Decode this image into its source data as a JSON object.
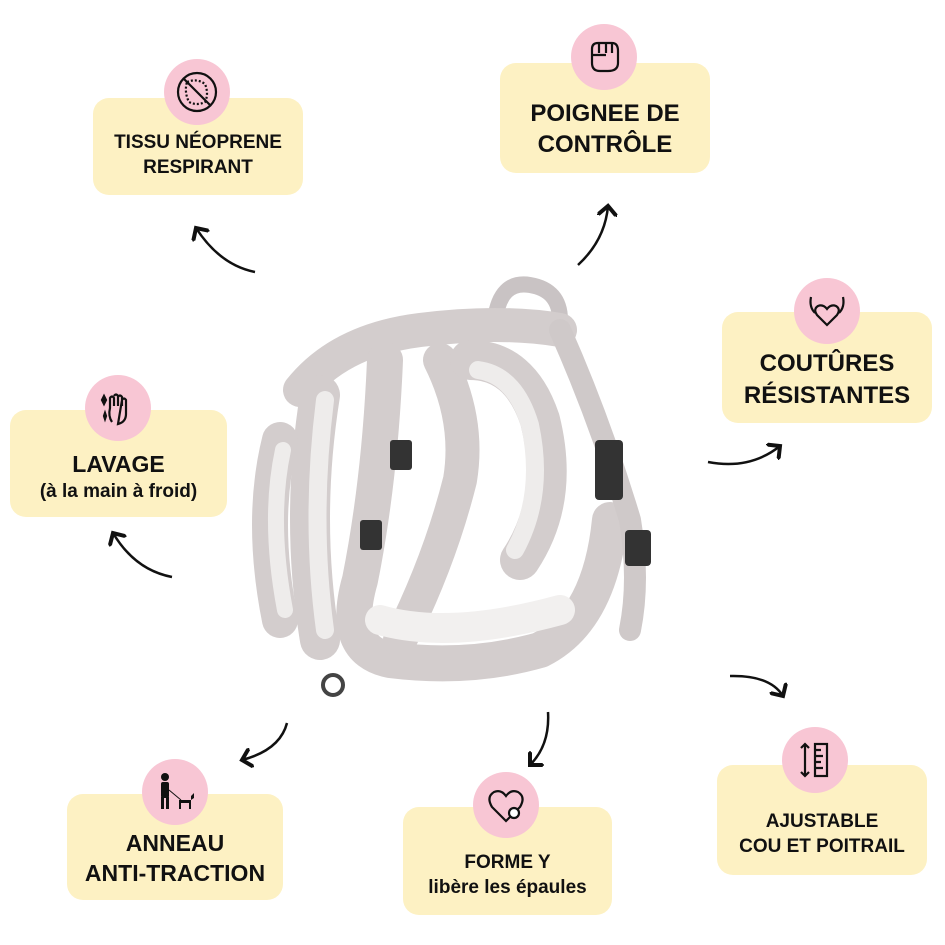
{
  "features": [
    {
      "id": "tissu",
      "lines": [
        "TISSU NÉOPRENE",
        "RESPIRANT"
      ],
      "icon": "no-leather-icon"
    },
    {
      "id": "poignee",
      "lines": [
        "POIGNEE DE",
        "CONTRÔLE"
      ],
      "icon": "fist-icon"
    },
    {
      "id": "coutures",
      "lines": [
        "COUTÛRES",
        "RÉSISTANTES"
      ],
      "icon": "strong-heart-icon"
    },
    {
      "id": "lavage",
      "lines": [
        "LAVAGE",
        "(à la main à froid)"
      ],
      "icon": "hand-wash-icon"
    },
    {
      "id": "anneau",
      "lines": [
        "ANNEAU",
        "ANTI-TRACTION"
      ],
      "icon": "dog-walk-icon"
    },
    {
      "id": "forme",
      "lines": [
        "FORME Y",
        "libère les épaules"
      ],
      "icon": "heart-paw-icon"
    },
    {
      "id": "ajustable",
      "lines": [
        "AJUSTABLE",
        "COU ET POITRAIL"
      ],
      "icon": "ruler-icon"
    }
  ],
  "colors": {
    "card": "#fdf1c3",
    "circle": "#f8c6d4",
    "harness": "#cfc9c9"
  }
}
